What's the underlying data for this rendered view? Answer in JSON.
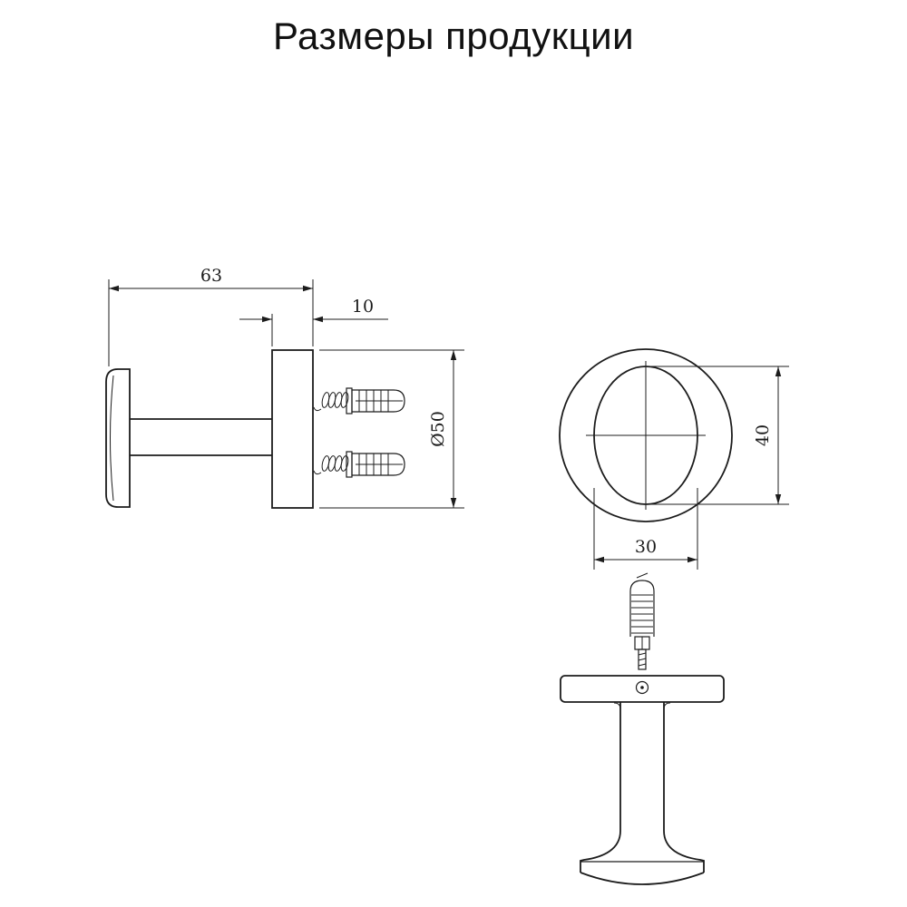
{
  "title": "Размеры продукции",
  "views": {
    "side": {
      "dim_total_depth": "63",
      "dim_plate_thickness": "10",
      "dim_plate_diameter": "Ø50"
    },
    "front": {
      "dim_hook_height": "40",
      "dim_hook_width": "30"
    }
  },
  "colors": {
    "line": "#1c1c1c",
    "background": "#ffffff"
  }
}
